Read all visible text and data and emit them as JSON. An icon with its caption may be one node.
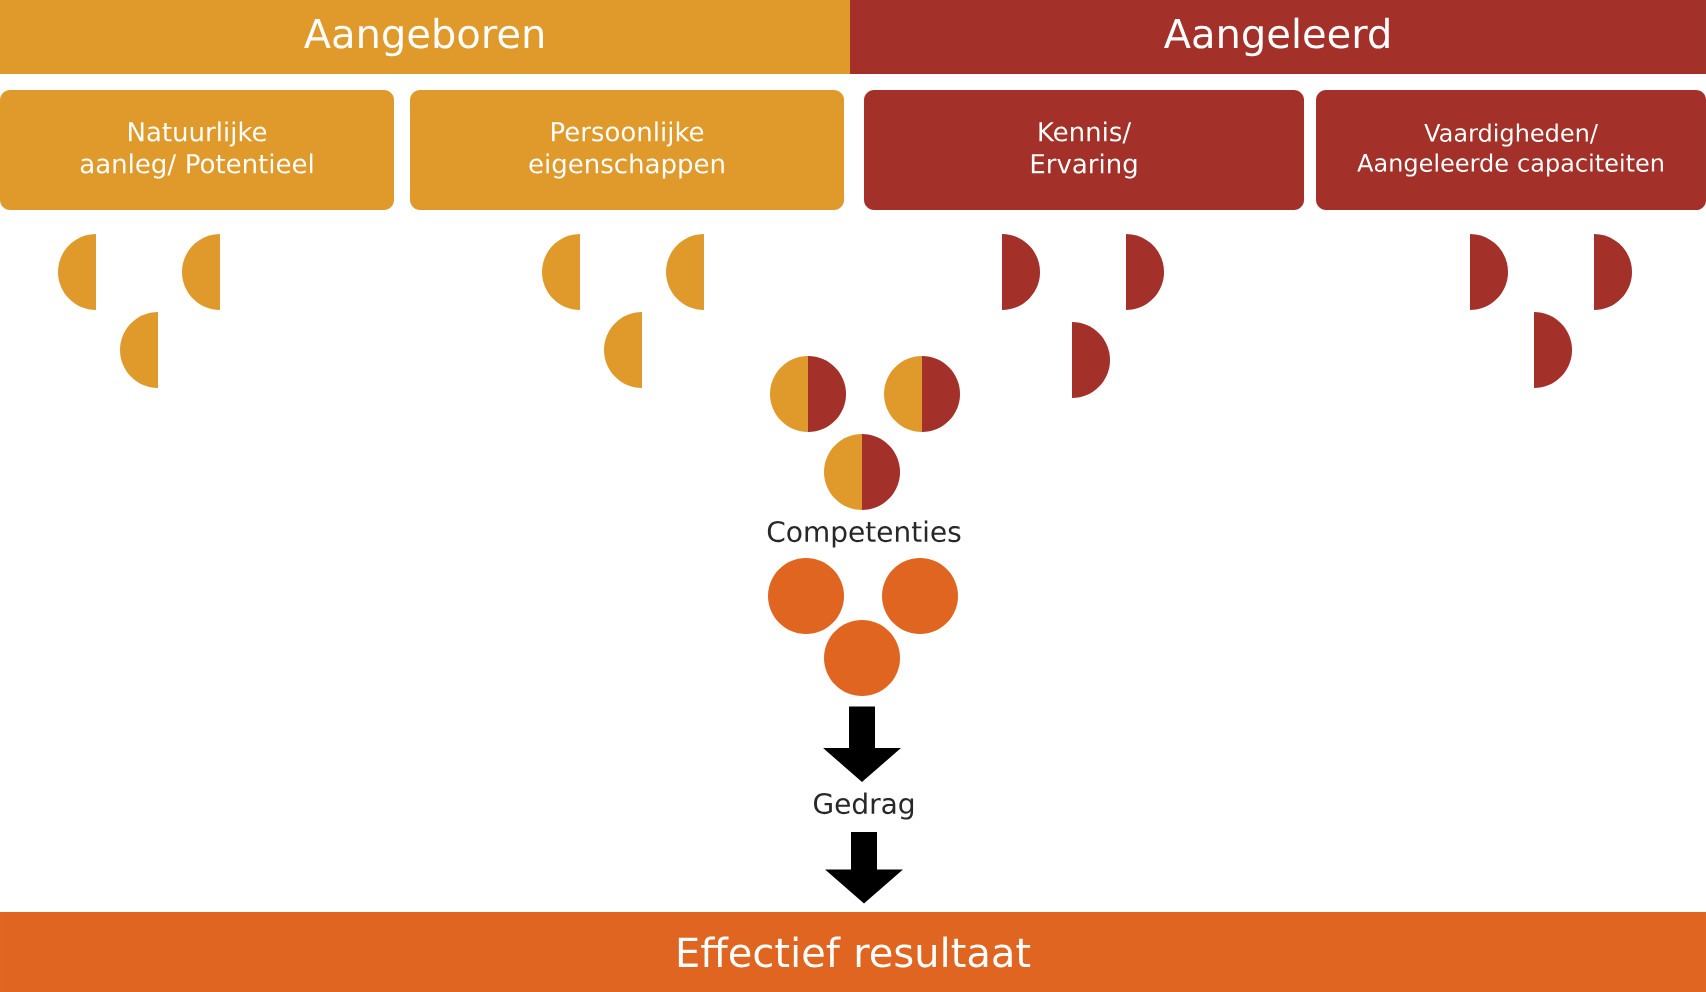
{
  "diagram": {
    "nodes": [
      {
        "text": [
          "Aangeboren"
        ]
      },
      {
        "text": [
          "Aangeleerd"
        ]
      },
      {
        "text": [
          "Natuurlijke aanleg/ Potentieel"
        ]
      },
      {
        "text": [
          "Persoonlijke eigenschappen"
        ]
      },
      {
        "text": [
          "Kennis/ Ervaring"
        ]
      },
      {
        "text": [
          "Vaardigheden/ Aangeleerde capaciteiten"
        ]
      },
      {
        "text": [
          "Competenties"
        ]
      },
      {
        "text": [],
        "shape": "circle"
      },
      {
        "text": [],
        "shape": "circle"
      },
      {
        "text": [],
        "shape": "circle"
      },
      {
        "text": [
          "Gedrag"
        ]
      },
      {
        "text": [
          "Effectief resultaat"
        ]
      }
    ],
    "edges": [
      {
        "from": 9,
        "to": 10,
        "arrow": "to"
      },
      {
        "from": 10,
        "to": 11,
        "arrow": "to"
      }
    ]
  }
}
